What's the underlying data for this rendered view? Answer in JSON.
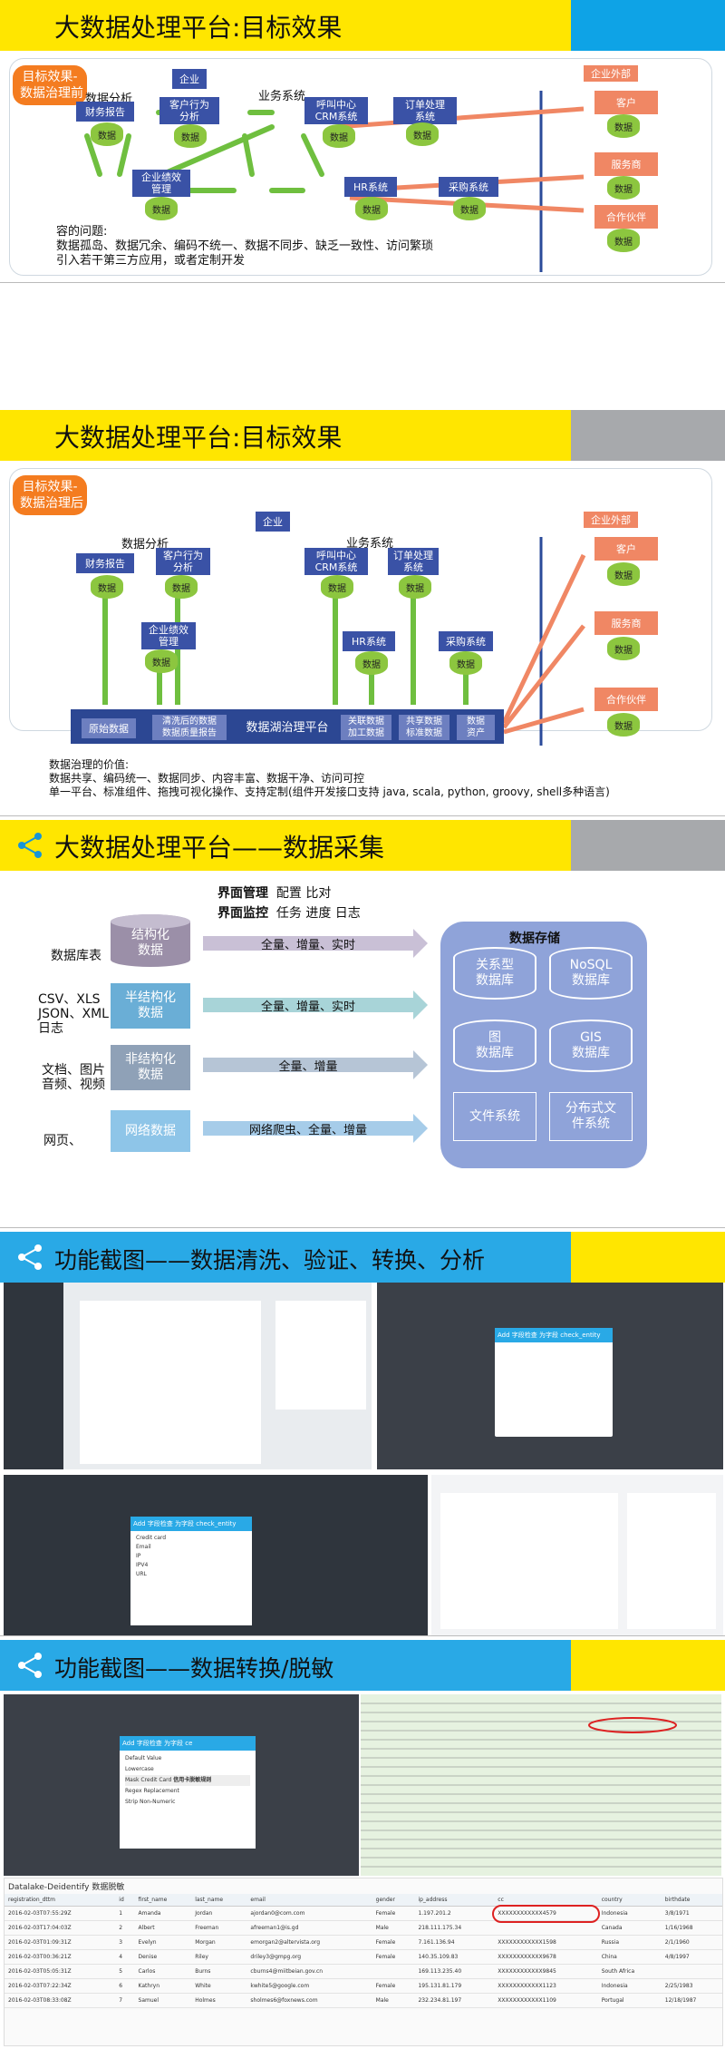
{
  "slide1": {
    "title": "大数据处理平台:目标效果",
    "tag": "目标效果-\n数据治理前",
    "enterprise": "企业",
    "external": "企业外部",
    "group_analysis": "数据分析",
    "group_business": "业务系统",
    "boxes": [
      "财务报告",
      "客户行为\n分析",
      "呼叫中心\nCRM系统",
      "订单处理\n系统",
      "企业绩效\n管理",
      "HR系统",
      "采购系统"
    ],
    "ext_boxes": [
      "客户",
      "服务商",
      "合作伙伴"
    ],
    "db_label": "数据",
    "note_lines": [
      "容的问题:",
      "数据孤岛、数据冗余、编码不统一、数据不同步、缺乏一致性、访问繁琐",
      "引入若干第三方应用，或者定制开发"
    ]
  },
  "slide2": {
    "title": "大数据处理平台:目标效果",
    "tag": "目标效果-\n数据治理后",
    "enterprise": "企业",
    "external": "企业外部",
    "group_analysis": "数据分析",
    "group_business": "业务系统",
    "boxes": [
      "财务报告",
      "客户行为\n分析",
      "呼叫中心\nCRM系统",
      "订单处理\n系统",
      "企业绩效\n管理",
      "HR系统",
      "采购系统"
    ],
    "ext_boxes": [
      "客户",
      "服务商",
      "合作伙伴"
    ],
    "db_label": "数据",
    "bar_items": [
      "原始数据",
      "清洗后的数据\n数据质量报告",
      "数据湖治理平台",
      "关联数据\n加工数据",
      "共享数据\n标准数据",
      "数据\n资产"
    ],
    "note_lines": [
      "数据治理的价值:",
      "数据共享、编码统一、数据同步、内容丰富、数据干净、访问可控",
      "单一平台、标准组件、拖拽可视化操作、支持定制(组件开发接口支持 java, scala, python, groovy, shell多种语言)"
    ]
  },
  "slide3": {
    "title": "大数据处理平台——数据采集",
    "mgmt_label": "界面管理",
    "mgmt_items": "配置  比对",
    "mon_label": "界面监控",
    "mon_items": "任务  进度  日志",
    "sources": [
      "数据库表",
      "CSV、XLS\nJSON、XML\n日志",
      "文档、图片\n音频、视频",
      "网页、"
    ],
    "types": [
      "结构化\n数据",
      "半结构化\n数据",
      "非结构化\n数据",
      "网络数据"
    ],
    "arrows": [
      "全量、增量、实时",
      "全量、增量、实时",
      "全量、增量",
      "网络爬虫、全量、增量"
    ],
    "storage_title": "数据存储",
    "storage": [
      "关系型\n数据库",
      "NoSQL\n数据库",
      "图\n数据库",
      "GIS\n数据库",
      "文件系统",
      "分布式文\n件系统"
    ],
    "colors": {
      "type1": "#9b8fa8",
      "type2": "#6aaed6",
      "type3": "#8fa1b7",
      "type4": "#8ec5e8",
      "arrow1": "#c9c0d6",
      "arrow2": "#a8d4d8",
      "arrow3": "#b6c5d6",
      "arrow4": "#a6cce9",
      "storage_bg": "#8fa3d9"
    }
  },
  "slide4": {
    "title": "功能截图——数据清洗、验证、转换、分析",
    "dialog_title_a": "Add 字段检查 为字段 check_entity",
    "dialog_title_b": "Add 字段检查 为字段 check_entity",
    "dialog_opts": [
      "Credit card",
      "Email",
      "IP",
      "IPV4",
      "URL"
    ]
  },
  "slide5": {
    "title": "功能截图——数据转换/脱敏",
    "dialog_title": "Add 字段检查 为字段 ce",
    "dialog_opts": [
      "Default Value",
      "Lowercase",
      "Mask Credit Card",
      "Regex Replacement",
      "Strip Non-Numeric"
    ],
    "mask_hint": "信用卡脱敏规则",
    "bottom_title": "Datalake-Deidentify 数据脱敏",
    "table_headers": [
      "registration_dttm",
      "id",
      "first_name",
      "last_name",
      "email",
      "gender",
      "ip_address",
      "cc",
      "country",
      "birthdate"
    ],
    "table_rows": [
      [
        "2016-02-03T07:55:29Z",
        "1",
        "Amanda",
        "Jordan",
        "ajordan0@com.com",
        "Female",
        "1.197.201.2",
        "XXXXXXXXXXXX4579",
        "Indonesia",
        "3/8/1971"
      ],
      [
        "2016-02-03T17:04:03Z",
        "2",
        "Albert",
        "Freeman",
        "afreeman1@is.gd",
        "Male",
        "218.111.175.34",
        "",
        "Canada",
        "1/16/1968"
      ],
      [
        "2016-02-03T01:09:31Z",
        "3",
        "Evelyn",
        "Morgan",
        "emorgan2@altervista.org",
        "Female",
        "7.161.136.94",
        "XXXXXXXXXXXX1598",
        "Russia",
        "2/1/1960"
      ],
      [
        "2016-02-03T00:36:21Z",
        "4",
        "Denise",
        "Riley",
        "driley3@gmpg.org",
        "Female",
        "140.35.109.83",
        "XXXXXXXXXXXX9678",
        "China",
        "4/8/1997"
      ],
      [
        "2016-02-03T05:05:31Z",
        "5",
        "Carlos",
        "Burns",
        "cburns4@miitbeian.gov.cn",
        "",
        "169.113.235.40",
        "XXXXXXXXXXXX9845",
        "South Africa",
        ""
      ],
      [
        "2016-02-03T07:22:34Z",
        "6",
        "Kathryn",
        "White",
        "kwhite5@google.com",
        "Female",
        "195.131.81.179",
        "XXXXXXXXXXXX1123",
        "Indonesia",
        "2/25/1983"
      ],
      [
        "2016-02-03T08:33:08Z",
        "7",
        "Samuel",
        "Holmes",
        "sholmes6@foxnews.com",
        "Male",
        "232.234.81.197",
        "XXXXXXXXXXXX1109",
        "Portugal",
        "12/18/1987"
      ]
    ]
  }
}
